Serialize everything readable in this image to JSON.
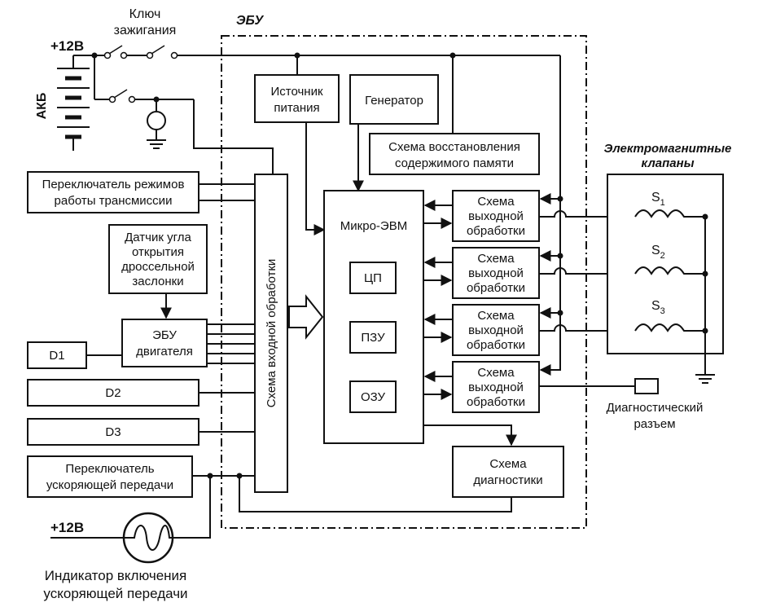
{
  "diagram": {
    "ecu_title": "ЭБУ",
    "ignition_key": [
      "Ключ",
      "зажигания"
    ],
    "battery_voltage": "+12В",
    "battery_label": "АКБ",
    "power_source": [
      "Источник",
      "питания"
    ],
    "generator": "Генератор",
    "memory_restore": [
      "Схема восстановления",
      "содержимого памяти"
    ],
    "microcomputer": "Микро-ЭВМ",
    "cpu": "ЦП",
    "rom": "ПЗУ",
    "ram": "ОЗУ",
    "output_processing": [
      "Схема",
      "выходной",
      "обработки"
    ],
    "input_processing": "Схема входной обработки",
    "mode_switch": [
      "Переключатель режимов",
      "работы трансмиссии"
    ],
    "throttle_sensor": [
      "Датчик угла",
      "открытия",
      "дроссельной",
      "заслонки"
    ],
    "engine_ecu": [
      "ЭБУ",
      "двигателя"
    ],
    "d1": "D1",
    "d2": "D2",
    "d3": "D3",
    "overdrive_switch": [
      "Переключатель",
      "ускоряющей передачи"
    ],
    "lamp_voltage": "+12В",
    "overdrive_indicator": [
      "Индикатор включения",
      "ускоряющей передачи"
    ],
    "diagnostics": [
      "Схема",
      "диагностики"
    ],
    "solenoids_title": [
      "Электромагнитные",
      "клапаны"
    ],
    "solenoids": [
      "S",
      "S",
      "S"
    ],
    "solenoid_subscripts": [
      "1",
      "2",
      "3"
    ],
    "diag_connector": [
      "Диагностический",
      "разъем"
    ]
  }
}
